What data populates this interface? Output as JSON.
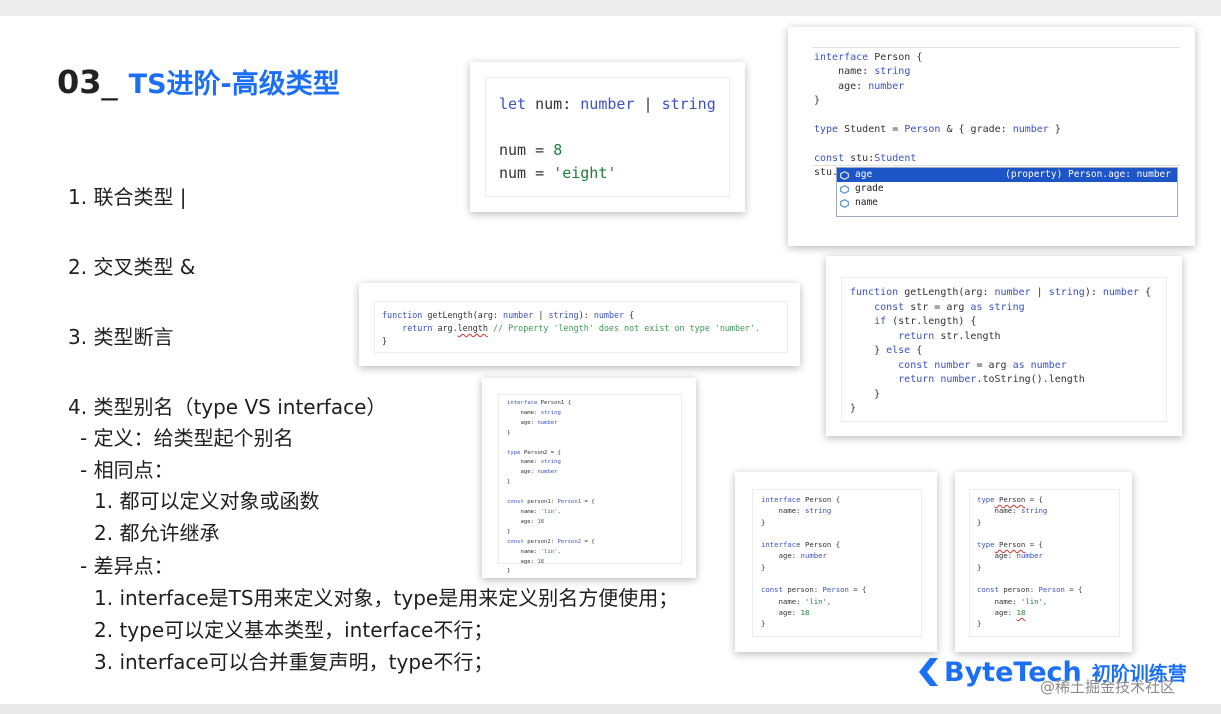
{
  "title": {
    "number": "03",
    "separator": "_",
    "text": "TS进阶-高级类型"
  },
  "items": [
    "1. 联合类型  |",
    "2. 交叉类型 &",
    "3. 类型断言",
    "4. 类型别名（type VS interface）",
    "- 定义：给类型起个别名",
    "- 相同点：",
    "1. 都可以定义对象或函数",
    "2. 都允许继承",
    "- 差异点：",
    "1. interface是TS用来定义对象，type是用来定义别名方便使用；",
    "2. type可以定义基本类型，interface不行；",
    "3. interface可以合并重复声明，type不行；"
  ],
  "union_code": {
    "l1": {
      "kw": "let",
      "name": " num: ",
      "t1": "number",
      "bar": " | ",
      "t2": "string"
    },
    "l2": {
      "name": "num = ",
      "value": "8"
    },
    "l3": {
      "name": "num = ",
      "value": "'eight'"
    }
  },
  "intersection_code": {
    "l1": {
      "kw": "interface",
      "rest": " Person {"
    },
    "l2": {
      "prop": "    name: ",
      "type": "string"
    },
    "l3": {
      "prop": "    age: ",
      "type": "number"
    },
    "l4": "}",
    "l5": {
      "kw": "type",
      "name": " Student = ",
      "ref": "Person",
      "amp": " & { grade: ",
      "type": "number",
      "end": " }"
    },
    "l6": {
      "kw": "const",
      "name": " stu:",
      "type": "Student"
    },
    "l7": "stu.",
    "autocomplete": [
      {
        "label": "age",
        "detail": "(property) Person.age: number",
        "selected": true
      },
      {
        "label": "grade",
        "detail": "",
        "selected": false
      },
      {
        "label": "name",
        "detail": "",
        "selected": false
      }
    ]
  },
  "assertion_error_code": {
    "l1": {
      "kw": "function",
      "sig": " getLength(arg: ",
      "t1": "number",
      "bar": " | ",
      "t2": "string",
      "close": "): ",
      "ret": "number",
      "brace": " {"
    },
    "l2": {
      "kw": "    return",
      "expr": " arg.",
      "err": "length",
      "comment": " // Property 'length' does not exist on type 'number'."
    },
    "l3": "}"
  },
  "assertion_fix_code": {
    "l1": {
      "kw": "function",
      "sig": " getLength(arg: ",
      "t1": "number",
      "bar": " | ",
      "t2": "string",
      "close": "): ",
      "ret": "number",
      "brace": " {"
    },
    "l2": {
      "kw": "    const",
      "mid": " str = arg ",
      "as": "as",
      "type": " string"
    },
    "l3": {
      "kw": "    if",
      "rest": " (str.length) {"
    },
    "l4": {
      "kw": "        return",
      "rest": " str.length"
    },
    "l5": {
      "pre": "    } ",
      "kw": "else",
      "rest": " {"
    },
    "l6": {
      "kw": "        const",
      "t": " number",
      "mid": " = arg ",
      "as": "as",
      "type": " number"
    },
    "l7": {
      "kw": "        return",
      "t": " number",
      "rest": ".toString().length"
    },
    "l8": "    }",
    "l9": "}"
  },
  "alias_code": {
    "l1": {
      "kw": "interface",
      "rest": " Person1 {"
    },
    "l2": {
      "prop": "    name: ",
      "type": "string"
    },
    "l3": {
      "prop": "    age: ",
      "type": "number"
    },
    "l4": "}",
    "l5": {
      "kw": "type",
      "rest": " Person2 = {"
    },
    "l6": {
      "prop": "    name: ",
      "type": "string"
    },
    "l7": {
      "prop": "    age: ",
      "type": "number"
    },
    "l8": "}",
    "l9": {
      "kw": "const",
      "name": " person1: ",
      "ref": "Person1",
      "rest": " = {"
    },
    "l10": {
      "prop": "    name: ",
      "val": "'lin',"
    },
    "l11": {
      "prop": "    age: ",
      "val": "18"
    },
    "l12": "}",
    "l13": {
      "kw": "const",
      "name": " person2: ",
      "ref": "Person2",
      "rest": " = {"
    },
    "l14": {
      "prop": "    name: ",
      "val": "'lin',"
    },
    "l15": {
      "prop": "    age: ",
      "val": "18"
    },
    "l16": "}"
  },
  "merge_interface_code": {
    "l1": {
      "kw": "interface",
      "rest": " Person {"
    },
    "l2": {
      "prop": "    name: ",
      "type": "string"
    },
    "l3": "}",
    "l4": {
      "kw": "interface",
      "rest": " Person {"
    },
    "l5": {
      "prop": "    age: ",
      "type": "number"
    },
    "l6": "}",
    "l7": {
      "kw": "const",
      "name": " person: ",
      "ref": "Person",
      "rest": " = {"
    },
    "l8": {
      "prop": "    name: ",
      "val": "'lin',"
    },
    "l9": {
      "prop": "    age: ",
      "val": "18"
    },
    "l10": "}"
  },
  "merge_type_code": {
    "l1": {
      "kw": "type",
      "name": " Person",
      "rest": " = {"
    },
    "l2": {
      "prop": "    name: ",
      "type": "string"
    },
    "l3": "}",
    "l4": {
      "kw": "type",
      "name": " Person",
      "rest": " = {"
    },
    "l5": {
      "prop": "    age: ",
      "type": "number"
    },
    "l6": "}",
    "l7": {
      "kw": "const",
      "name": " person: ",
      "ref": "Person",
      "rest": " = {"
    },
    "l8": {
      "prop": "    name: ",
      "val": "'lin',"
    },
    "l9": {
      "prop": "    age: ",
      "err": "18"
    },
    "l10": "}"
  },
  "logo": {
    "brand": "ByteTech",
    "camp": "初阶训练营",
    "color": "#1b6ff5"
  },
  "credit": "@稀土掘金技术社区"
}
